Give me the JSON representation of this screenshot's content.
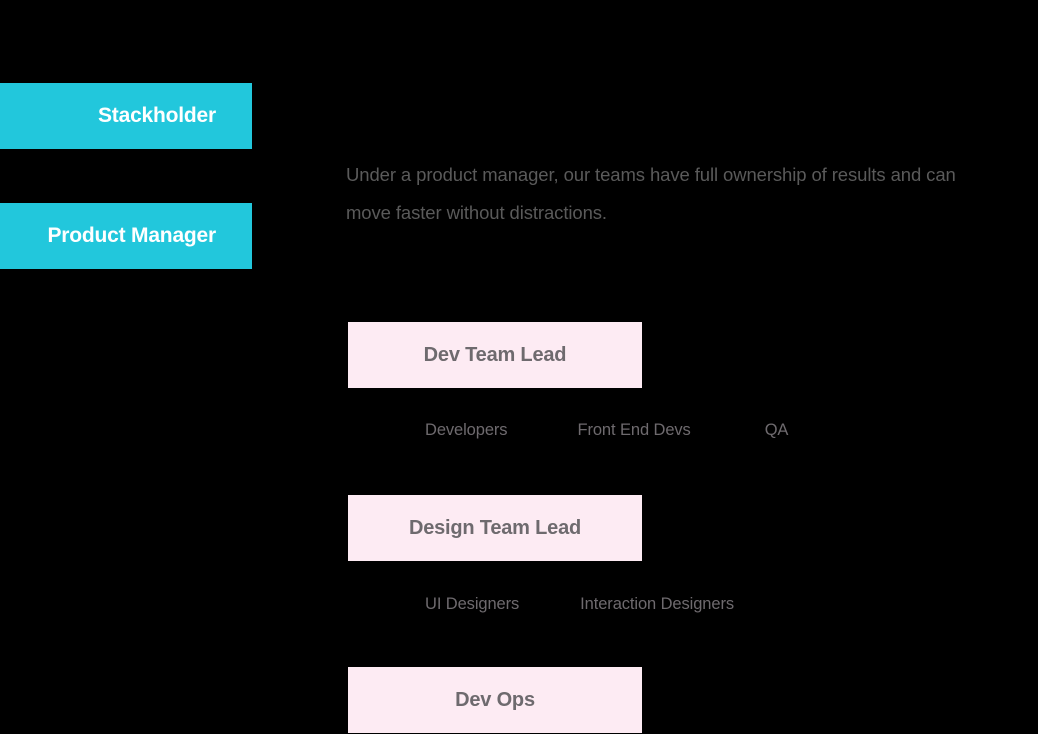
{
  "page": {
    "background_color": "#000000",
    "accent_cyan": "#22c7dc",
    "accent_pink": "#fdebf3",
    "text_gray": "#6e6a6e",
    "paragraph_gray": "#5a5a5a"
  },
  "roles": [
    {
      "label": "Stackholder"
    },
    {
      "label": "Product Manager"
    }
  ],
  "description": {
    "text": "Under a product manager, our teams have full ownership of results and can move faster without distractions."
  },
  "teams": [
    {
      "label": "Dev Team Lead",
      "members": [
        {
          "label": "Developers"
        },
        {
          "label": "Front End Devs"
        },
        {
          "label": "QA"
        }
      ]
    },
    {
      "label": "Design Team Lead",
      "members": [
        {
          "label": "UI Designers"
        },
        {
          "label": "Interaction Designers"
        }
      ]
    },
    {
      "label": "Dev Ops",
      "members": []
    }
  ]
}
